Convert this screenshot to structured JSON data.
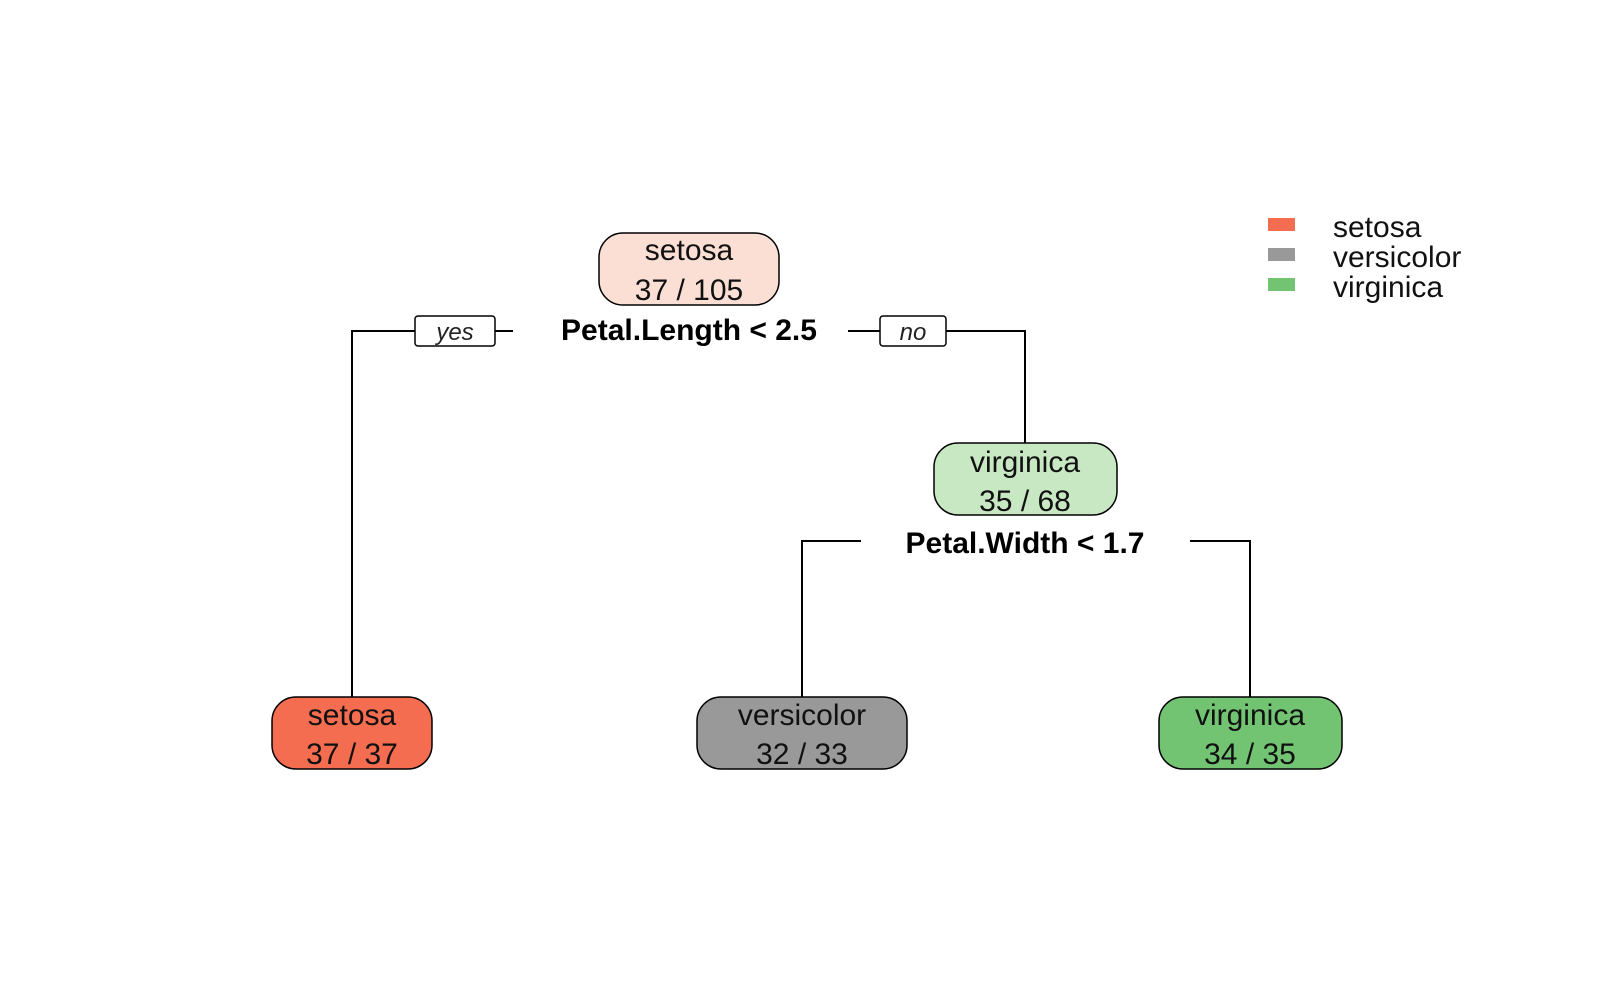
{
  "palette": {
    "setosa_full": "#F46D50",
    "setosa_light": "#FBDFD5",
    "versicolor": "#999999",
    "virginica_full": "#72C472",
    "virginica_light": "#C8E8C3",
    "line": "#000000"
  },
  "tree": {
    "root": {
      "class": "setosa",
      "counts": "37 / 105",
      "split": "Petal.Length < 2.5",
      "yes_label": "yes",
      "no_label": "no"
    },
    "node_right": {
      "class": "virginica",
      "counts": "35 / 68",
      "split": "Petal.Width < 1.7"
    },
    "leaves": [
      {
        "class": "setosa",
        "counts": "37 / 37"
      },
      {
        "class": "versicolor",
        "counts": "32 / 33"
      },
      {
        "class": "virginica",
        "counts": "34 / 35"
      }
    ]
  },
  "legend": [
    {
      "label": "setosa",
      "color": "#F46D50"
    },
    {
      "label": "versicolor",
      "color": "#999999"
    },
    {
      "label": "virginica",
      "color": "#72C472"
    }
  ]
}
